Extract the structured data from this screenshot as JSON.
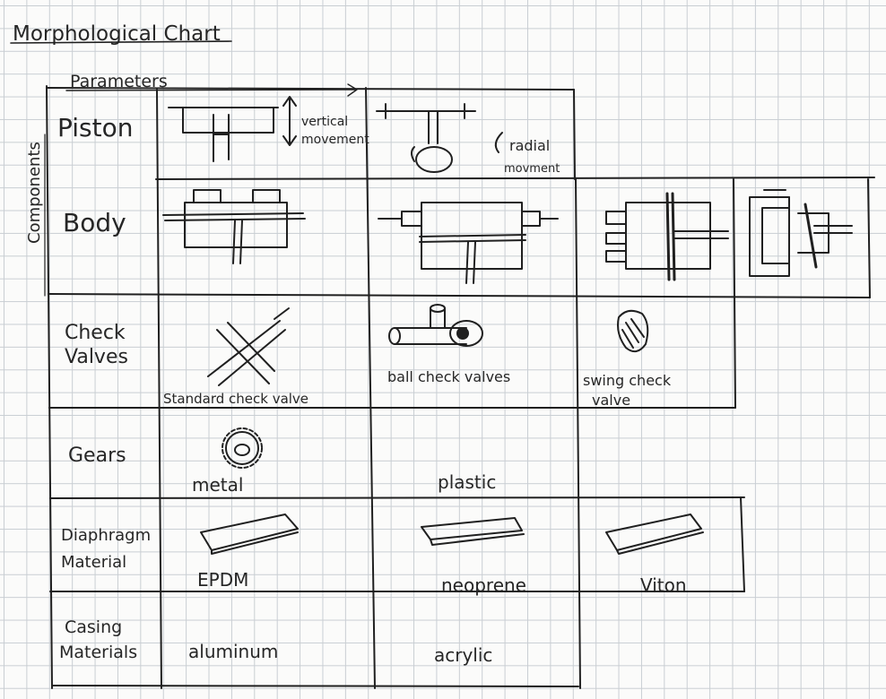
{
  "title": "Morphological Chart",
  "axes": {
    "parameters": "Parameters",
    "components": "Components"
  },
  "rows": [
    {
      "label_lines": [
        "Piston"
      ],
      "options": [
        "vertical movement",
        "radial movment"
      ]
    },
    {
      "label_lines": [
        "Body"
      ],
      "options": [
        "",
        "",
        "",
        ""
      ]
    },
    {
      "label_lines": [
        "Check",
        "Valves"
      ],
      "options": [
        "Standard check valve",
        "ball check valves",
        "swing check valve"
      ]
    },
    {
      "label_lines": [
        "Gears"
      ],
      "options": [
        "metal",
        "plastic"
      ]
    },
    {
      "label_lines": [
        "Diaphragm",
        "Material"
      ],
      "options": [
        "EPDM",
        "neoprene",
        "Viton"
      ]
    },
    {
      "label_lines": [
        "Casing",
        "Materials"
      ],
      "options": [
        "aluminum",
        "acrylic"
      ]
    }
  ]
}
